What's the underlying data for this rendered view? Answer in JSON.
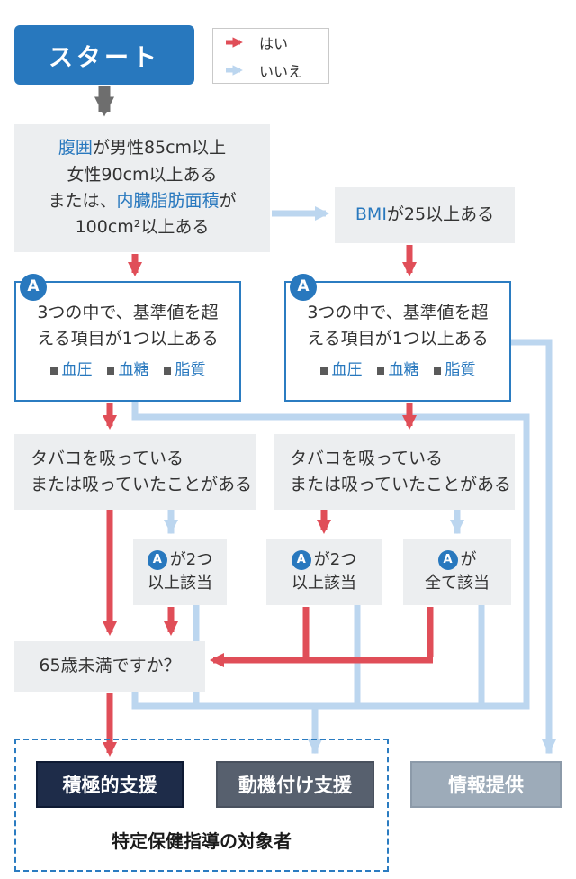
{
  "colors": {
    "accent_blue": "#2878be",
    "yes_red": "#e04e58",
    "no_lightblue": "#bcd6ef",
    "box_gray": "#eceef0",
    "start_arrow_gray": "#6e6e6e",
    "active_bg": "#1e2c49",
    "motivate_bg": "#57606e",
    "info_bg": "#9dabb9"
  },
  "start": {
    "label": "スタート"
  },
  "legend": {
    "yes": "はい",
    "no": "いいえ"
  },
  "waist": {
    "l1_hl": "腹囲",
    "l1": "が男性85cm以上",
    "l2": "女性90cm以上ある",
    "l3_pre": "または、",
    "l3_hl": "内臓脂肪面積",
    "l3_post": "が",
    "l4": "100cm²以上ある"
  },
  "bmi": {
    "hl": "BMI",
    "rest": "が25以上ある"
  },
  "criteria": {
    "badge": "A",
    "l1": "3つの中で、基準値を超",
    "l2": "える項目が1つ以上ある",
    "items": [
      "血圧",
      "血糖",
      "脂質"
    ]
  },
  "smoking": {
    "l1": "タバコを吸っている",
    "l2": "または吸っていたことがある"
  },
  "a_two": {
    "badge": "A",
    "r1": "が2つ",
    "l2": "以上該当"
  },
  "a_all": {
    "badge": "A",
    "r1": "が",
    "l2": "全て該当"
  },
  "age": {
    "label": "65歳未満ですか？"
  },
  "results": {
    "active": "積極的支援",
    "motivate": "動機付け支援",
    "info": "情報提供",
    "target_caption": "特定保健指導の対象者"
  }
}
